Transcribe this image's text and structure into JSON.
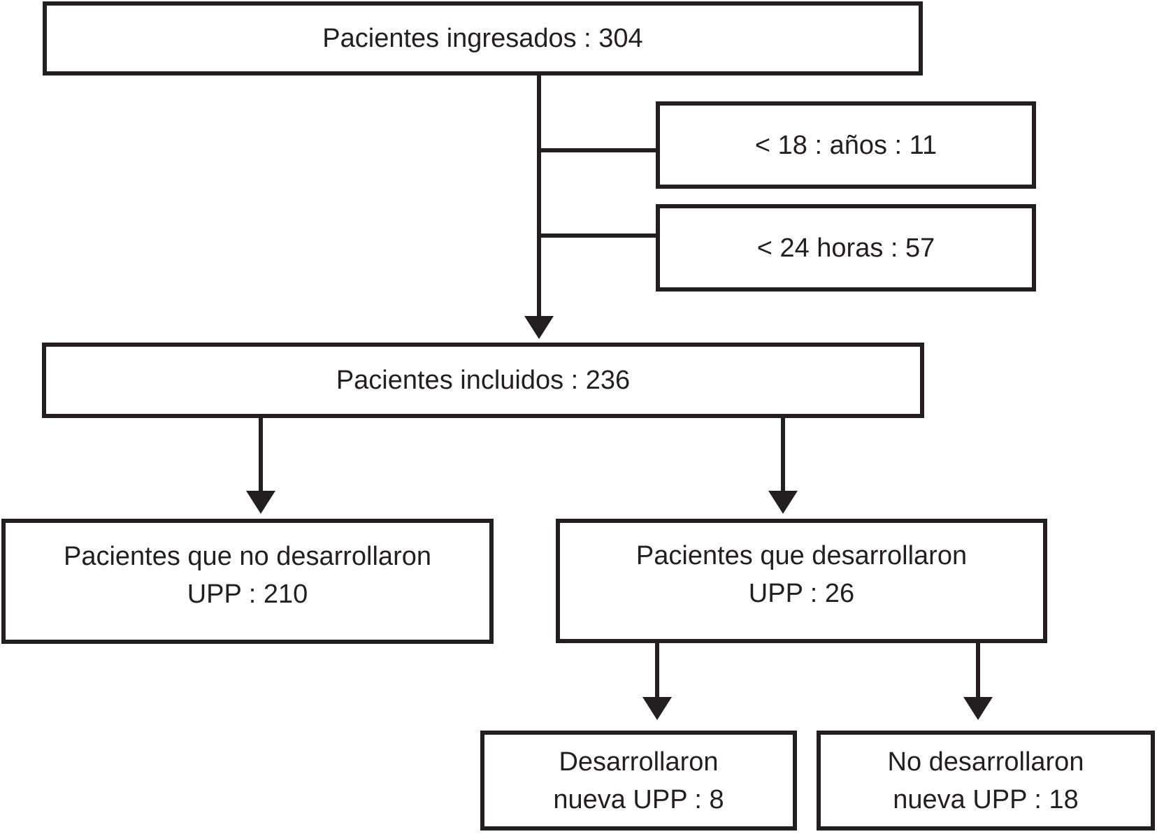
{
  "diagram": {
    "type": "patient-flowchart",
    "colors": {
      "ink": "#231f20",
      "background": "#ffffff"
    },
    "nodes": {
      "ingresados": {
        "label": "Pacientes ingresados : 304"
      },
      "menores_18": {
        "label": "< 18 : años : 11"
      },
      "menos_24_horas": {
        "label": "< 24 horas : 57"
      },
      "incluidos": {
        "label": "Pacientes incluidos : 236"
      },
      "no_desarrollaron_upp": {
        "line1": "Pacientes que no desarrollaron",
        "line2": "UPP : 210"
      },
      "desarrollaron_upp": {
        "line1": "Pacientes que desarrollaron",
        "line2": "UPP : 26"
      },
      "desarrollaron_nueva_upp": {
        "line1": "Desarrollaron",
        "line2": "nueva UPP : 8"
      },
      "no_desarrollaron_nueva_upp": {
        "line1": "No desarrollaron",
        "line2": "nueva UPP : 18"
      }
    }
  }
}
